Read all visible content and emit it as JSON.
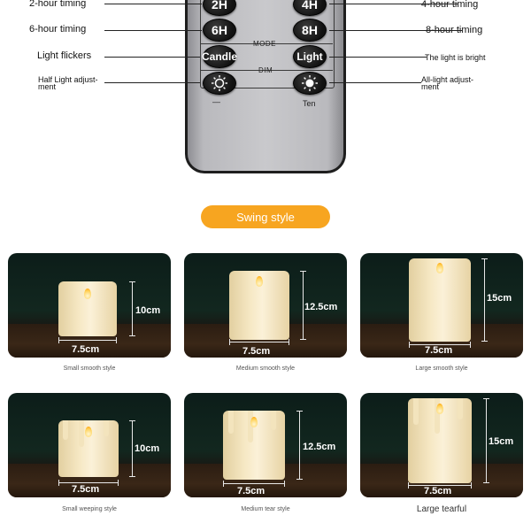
{
  "remote": {
    "buttons": {
      "timer_2h": "2H",
      "timer_4h": "4H",
      "timer_6h": "6H",
      "timer_8h": "8H",
      "candle": "Candle",
      "light": "Light"
    },
    "section_mode": "MODE",
    "section_dim": "DIM",
    "minus": "—",
    "ten": "Ten"
  },
  "annotations": {
    "left": [
      "2-hour timing",
      "6-hour timing",
      "Light flickers",
      "Half Light adjust-",
      "ment"
    ],
    "right": [
      "4-hour timing",
      "8-hour timing",
      "The light is bright",
      "All-light adjust-",
      "ment"
    ]
  },
  "section_title": "Swing style",
  "products": [
    {
      "height": "10cm",
      "width": "7.5cm",
      "caption": "Small smooth style"
    },
    {
      "height": "12.5cm",
      "width": "7.5cm",
      "caption": "Medium smooth style"
    },
    {
      "height": "15cm",
      "width": "7.5cm",
      "caption": "Large smooth style"
    },
    {
      "height": "10cm",
      "width": "7.5cm",
      "caption": "Small weeping style"
    },
    {
      "height": "12.5cm",
      "width": "7.5cm",
      "caption": "Medium tear style"
    },
    {
      "height": "15cm",
      "width": "7.5cm",
      "caption": "Large tearful"
    }
  ],
  "colors": {
    "accent": "#f7a520",
    "card_bg": "#12271f",
    "candle": "#f6e8c4"
  }
}
